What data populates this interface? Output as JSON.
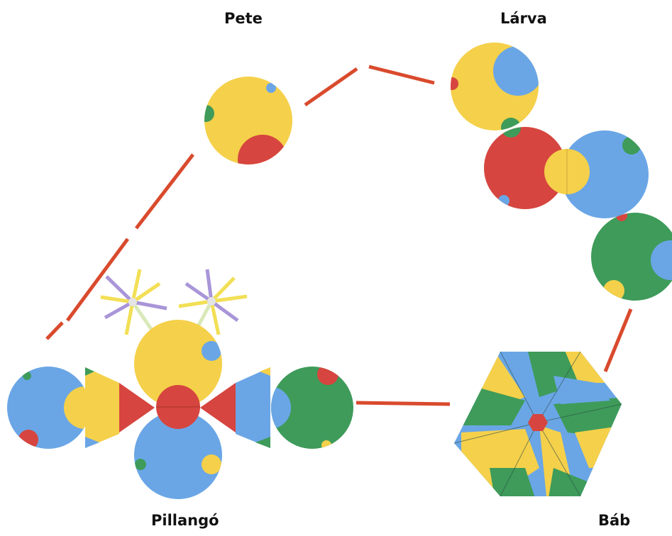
{
  "stages": {
    "egg": "Pete",
    "larva": "Lárva",
    "pupa": "Báb",
    "butterfly": "Pillangó"
  },
  "colors": {
    "yellow": "#f5d04a",
    "red": "#d6453f",
    "green": "#3e9b5a",
    "blue": "#6aa6e6",
    "connector": "#d94a2d",
    "antenna_yellow": "#f2df55",
    "antenna_purple": "#a995d8",
    "antenna_pale": "#d9e8b8"
  }
}
